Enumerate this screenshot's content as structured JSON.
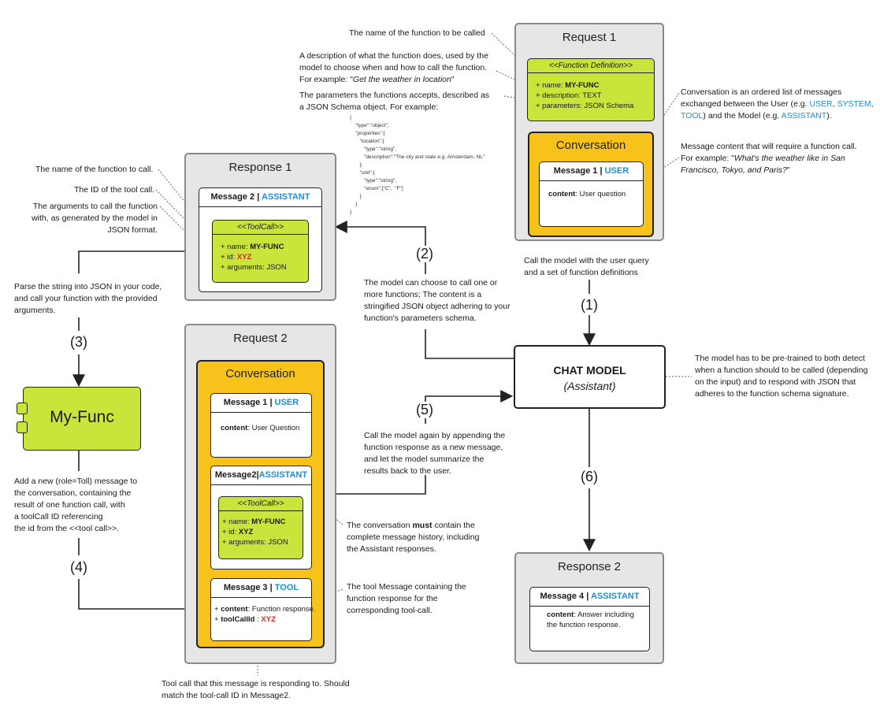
{
  "request1": {
    "title": "Request 1",
    "function_definition": {
      "header": "<<Function Definition>>",
      "name_label": "+ name: ",
      "name_value": "MY-FUNC",
      "description": "+ description: TEXT",
      "parameters": "+ parameters: JSON Schema"
    },
    "conversation_title": "Conversation",
    "message": {
      "title": "Message 1",
      "role": "USER",
      "content_label": "content",
      "content_value": ":  User question"
    }
  },
  "response1": {
    "title": "Response 1",
    "message": {
      "title": "Message 2",
      "role": "ASSISTANT"
    },
    "toolcall": {
      "header": "<<ToolCall>>",
      "name_label": "+ name: ",
      "name_value": "MY-FUNC",
      "id_label": "+ id: ",
      "id_value": "XYZ",
      "arguments": "+ arguments: JSON"
    }
  },
  "request2": {
    "title": "Request 2",
    "conversation_title": "Conversation",
    "message1": {
      "title": "Message 1",
      "role": "USER",
      "content_label": "content",
      "content_value": ": User Question"
    },
    "message2": {
      "title": "Message2",
      "role": "ASSISTANT",
      "toolcall": {
        "header": "<<ToolCall>>",
        "name_label": "+ name: ",
        "name_value": "MY-FUNC",
        "id_label": "+ id: ",
        "id_value": "XYZ",
        "arguments": "+ arguments: JSON"
      }
    },
    "message3": {
      "title": "Message 3",
      "role": "TOOL",
      "content_label": "content",
      "content_value": ": Function response.",
      "toolcallid_label": "toolCallId",
      "toolcallid_sep": " : ",
      "toolcallid_value": "XYZ"
    }
  },
  "response2": {
    "title": "Response 2",
    "message": {
      "title": "Message 4",
      "role": "ASSISTANT",
      "content_label": "content",
      "content_value": ": Answer including",
      "content_line2": "the function response."
    }
  },
  "chat_model": {
    "title": "CHAT MODEL",
    "subtitle": "(Assistant)"
  },
  "my_func": {
    "label": "My-Func"
  },
  "steps": {
    "s1": "(1)",
    "s2": "(2)",
    "s3": "(3)",
    "s4": "(4)",
    "s5": "(5)",
    "s6": "(6)"
  },
  "notes": {
    "func_name": "The name of the function to be called",
    "func_desc_1": "A description of what the function does, used by the",
    "func_desc_2": "model to choose when and how to call the function.",
    "func_desc_3a": "For example: \"",
    "func_desc_3b": "Get the weather in location",
    "func_desc_3c": "\"",
    "func_params_1": "The parameters the functions accepts, described as",
    "func_params_2": "a JSON Schema object.  For example:",
    "json_schema": "{\n    \"type\":\"object\",\n    \"properties\":{\n       \"location\":{\n          \"type\":\"string\",\n          \"description\":\"The city and state e.g. Amsterdam, NL\"\n       },\n       \"unit\":{\n          \"type\":\"string\",\n          \"enum\":[\"C\",  \"F\"]\n       }\n    }\n}",
    "conv_1": "Conversation is an ordered list of messages",
    "conv_2a": "exchanged between the User (e.g. ",
    "conv_user": "USER",
    "conv_comma": ", ",
    "conv_system": "SYSTEM",
    "conv_comma2": ",",
    "conv_tool": "TOOL",
    "conv_3b": ") and the Model (e.g. ",
    "conv_assistant": "ASSISTANT",
    "conv_3c": ").",
    "msg_content_1": "Message content that will require a function call.",
    "msg_content_2a": "For example: \"",
    "msg_content_2b": "What's the weather like in San",
    "msg_content_3a": "Francisco, Tokyo, and Paris?",
    "msg_content_3b": "\"",
    "call_model_1": "Call the model with the user query",
    "call_model_2": "and a set of function definitions",
    "tc_name": "The name of the function to call.",
    "tc_id": "The ID of the tool call.",
    "tc_args_1": "The arguments to call the function",
    "tc_args_2": "with, as generated by the model in",
    "tc_args_3": "JSON format.",
    "model_choose_1": "The model can choose to call one or",
    "model_choose_2": "more functions; The content is a",
    "model_choose_3": "stringified JSON object adhering to your",
    "model_choose_4": "function's parameters schema.",
    "parse_1": "Parse the string into JSON in your code,",
    "parse_2": "and call your function with the provided",
    "parse_3": "arguments.",
    "pretrained_1": "The model has to be pre-trained to both detect",
    "pretrained_2": "when a function should to be called (depending",
    "pretrained_3": "on the input) and to respond with JSON that",
    "pretrained_4": "adheres to the function  schema signature.",
    "call_again_1": "Call the model again by appending the",
    "call_again_2": "function response as a new message,",
    "call_again_3": "and let the model summarize the",
    "call_again_4": "results back to the user.",
    "add_msg_1": "Add a new (role=Toll) message to",
    "add_msg_2": "the conversation, containing the",
    "add_msg_3": "result of one function call, with",
    "add_msg_4": "a toolCall ID referencing",
    "add_msg_5": "the id from the <<tool call>>.",
    "must_1a": "The conversation ",
    "must_1b": "must",
    "must_1c": " contain the",
    "must_2": "complete message history, including",
    "must_3": "the Assistant responses.",
    "tool_msg_1": "The tool Message containing the",
    "tool_msg_2": "function response for the",
    "tool_msg_3": "corresponding tool-call.",
    "tool_call_1": "Tool call that this message is responding to. Should",
    "tool_call_2": "match the tool-call ID in Message2."
  }
}
